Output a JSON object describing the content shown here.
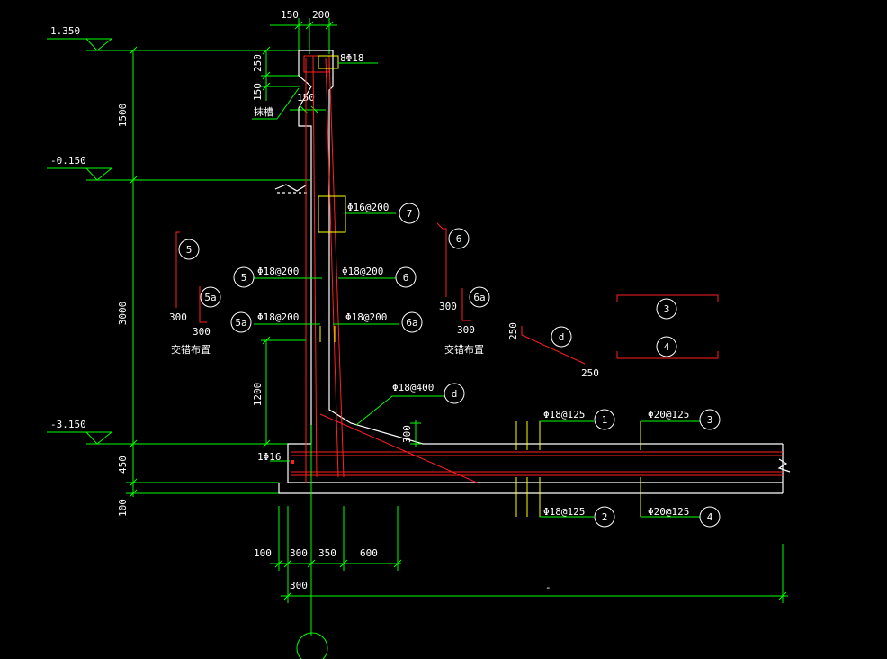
{
  "elevations": {
    "top": "1.350",
    "ground": "-0.150",
    "bottom": "-3.150"
  },
  "dims": {
    "top_150": "150",
    "top_200": "200",
    "lip_250": "250",
    "lip_150": "150",
    "lip_150b": "150",
    "v_1500": "1500",
    "v_3000": "3000",
    "v_1200": "1200",
    "v_450": "450",
    "v_100": "100",
    "h_100": "100",
    "h_300": "300",
    "h_350": "350",
    "h_600": "600",
    "h_300b": "300",
    "haunch_300": "300",
    "d_250a": "250",
    "d_250b": "250",
    "s5_300a": "300",
    "s5_300b": "300",
    "s6_300a": "300",
    "s6_300b": "300"
  },
  "labels": {
    "top_bars": "8Φ18",
    "drip": "抹槽",
    "wall_r7": "Φ16@200",
    "wall_r5": "Φ18@200",
    "wall_r6": "Φ18@200",
    "wall_r5a": "Φ18@200",
    "wall_r6a": "Φ18@200",
    "haunch_rd": "Φ18@400",
    "base_r1": "Φ18@125",
    "base_r2": "Φ18@125",
    "base_r3": "Φ20@125",
    "base_r4": "Φ20@125",
    "corner_bar": "1Φ16",
    "stagger_left": "交错布置",
    "stagger_right": "交错布置",
    "dash_mark": "-"
  },
  "markers": {
    "m1": "1",
    "m2": "2",
    "m3": "3",
    "m4": "4",
    "m5": "5",
    "m5a": "5a",
    "m6": "6",
    "m6a": "6a",
    "m7": "7",
    "md": "d",
    "legend5": "5",
    "legend5a": "5a",
    "legend6": "6",
    "legend6a": "6a",
    "legendd": "d",
    "legend3": "3",
    "legend4": "4"
  }
}
